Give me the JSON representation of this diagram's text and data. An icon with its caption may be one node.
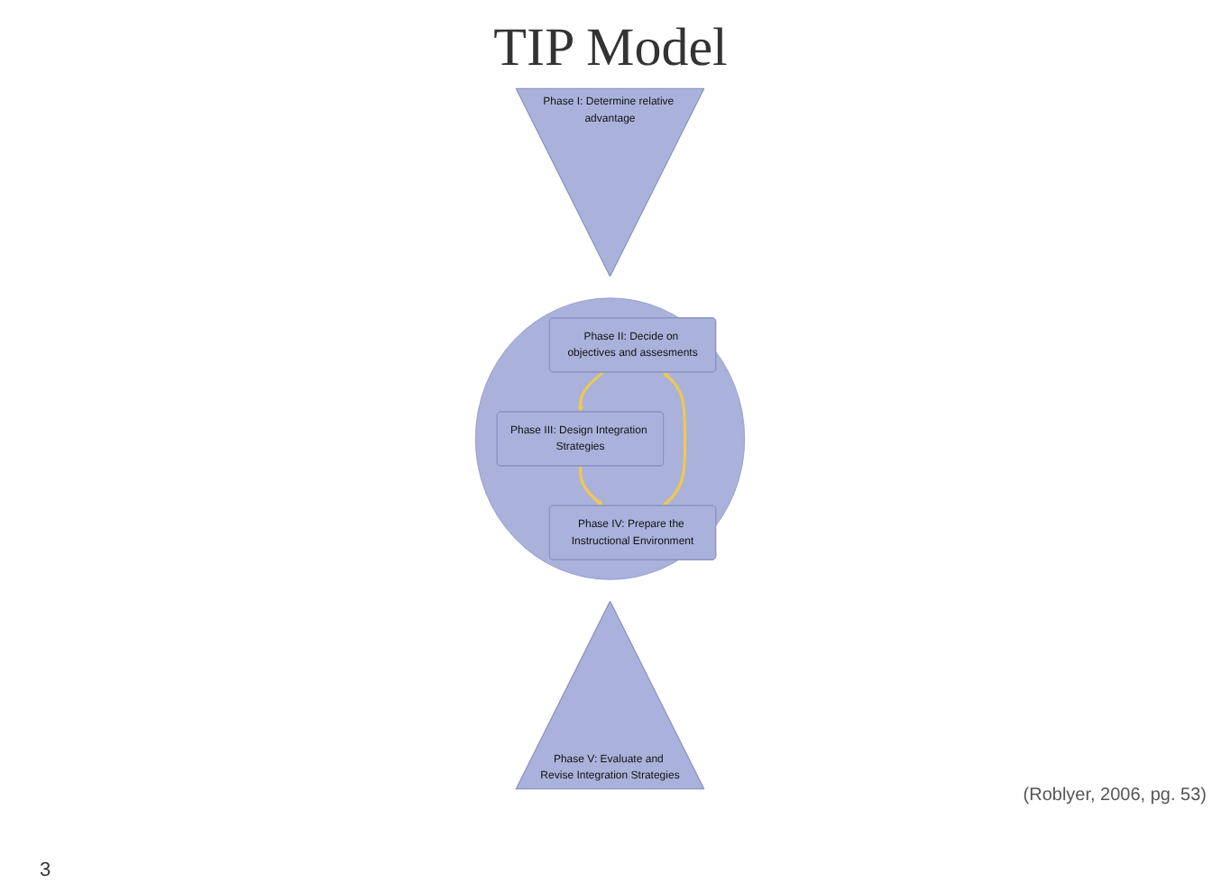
{
  "diagram": {
    "title": "TIP Model",
    "nodes": [
      {
        "text": [
          "Phase I: Determine relative advantage"
        ]
      },
      {
        "text": [],
        "shape": "ellipse"
      },
      {
        "text": [
          "Phase II: Decide on objectives and assesments"
        ],
        "in": 1
      },
      {
        "text": [
          "Phase III: Design Integration Strategies"
        ],
        "in": 1
      },
      {
        "text": [
          "Phase IV: Prepare the Instructional Environment"
        ],
        "in": 1
      },
      {
        "text": [
          "Phase V: Evaluate and Revise Integration Strategies"
        ]
      }
    ],
    "edges": [
      {
        "from": 2,
        "to": 3,
        "arrow": "to"
      },
      {
        "from": 3,
        "to": 4,
        "arrow": "to"
      },
      {
        "from": 4,
        "to": 2,
        "arrow": "to"
      }
    ],
    "labels": [
      "(Roblyer, 2006, pg. 53)",
      "3"
    ]
  }
}
